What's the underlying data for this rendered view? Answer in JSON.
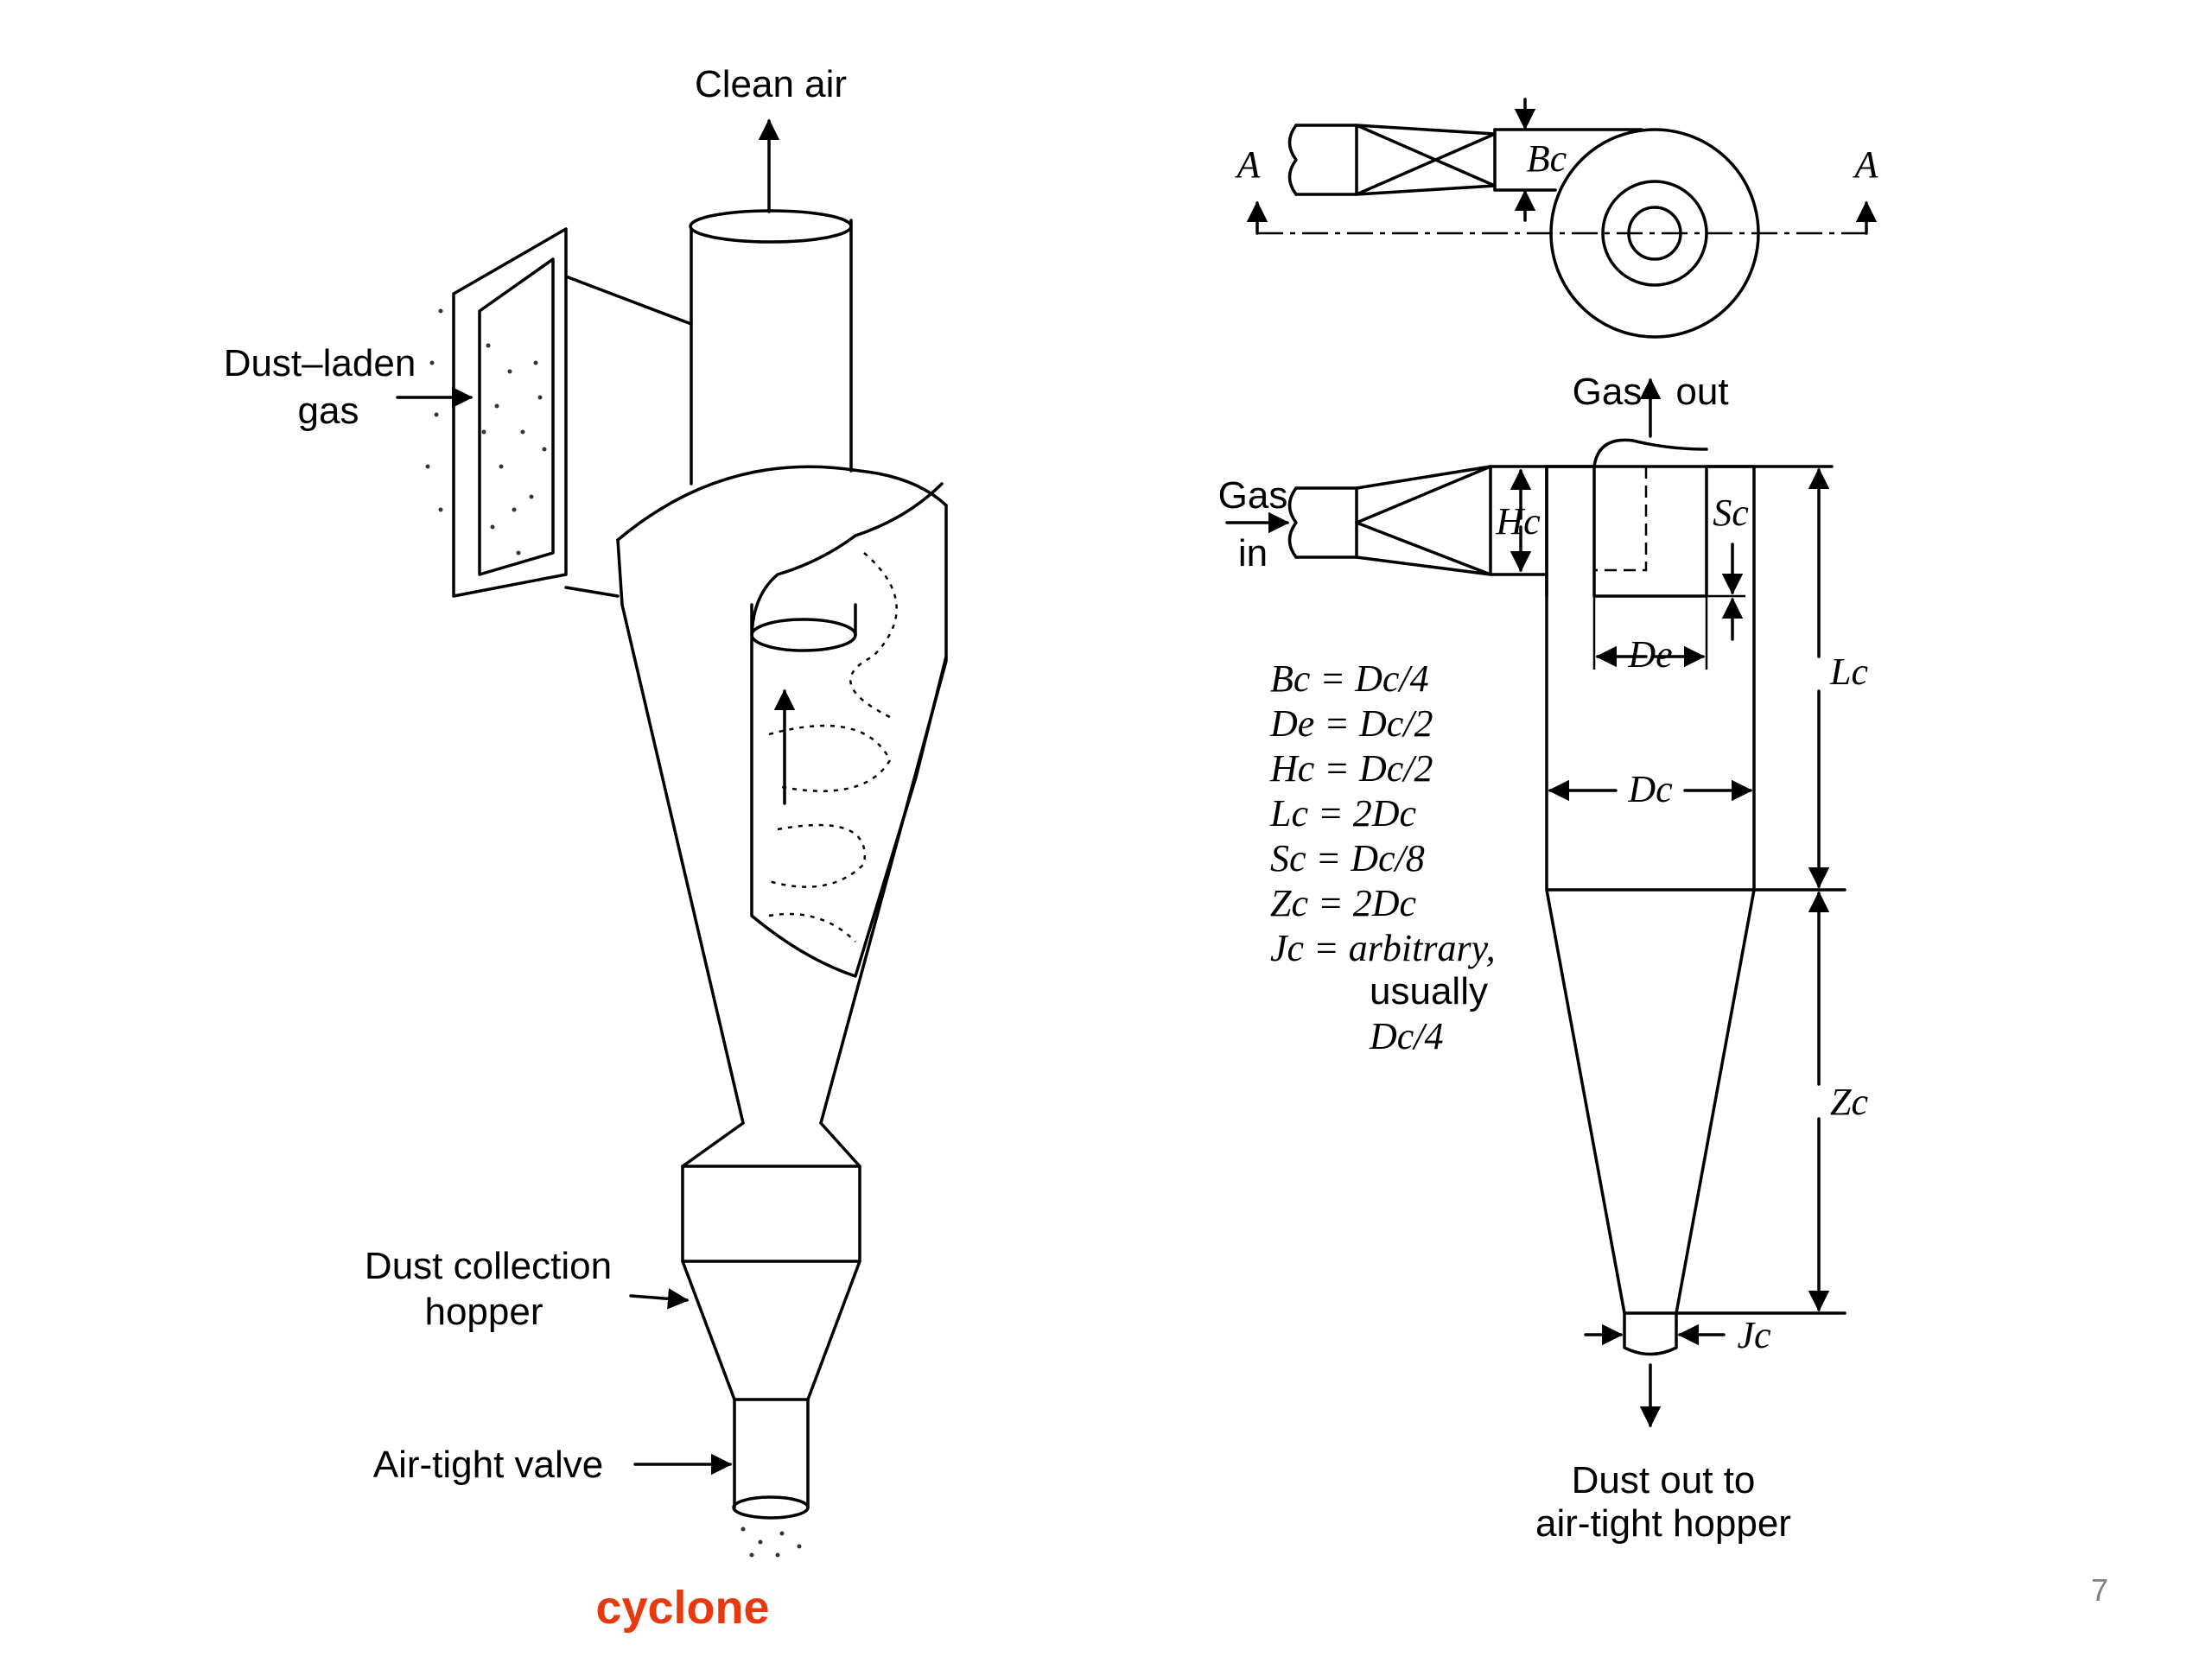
{
  "left_figure": {
    "clean_air": "Clean air",
    "dust_laden_line1": "Dust–laden",
    "dust_laden_line2": "gas",
    "hopper_line1": "Dust collection",
    "hopper_line2": "hopper",
    "valve": "Air-tight valve"
  },
  "right_figure": {
    "section_mark": "A",
    "gas_out_1": "Gas",
    "gas_out_2": "out",
    "gas_in_1": "Gas",
    "gas_in_2": "in",
    "dust_out_1": "Dust out to",
    "dust_out_2": "air-tight hopper",
    "dims": {
      "Bc": "Bc",
      "Hc": "Hc",
      "Sc": "Sc",
      "De": "De",
      "Dc": "Dc",
      "Lc": "Lc",
      "Zc": "Zc",
      "Jc": "Jc"
    },
    "equations": [
      "Bc = Dc/4",
      "De = Dc/2",
      "Hc = Dc/2",
      "Lc = 2Dc",
      "Sc = Dc/8",
      "Zc = 2Dc",
      "Jc = arbitrary,"
    ],
    "eq_cont_1": "usually",
    "eq_cont_2": "Dc/4"
  },
  "caption": "cyclone",
  "page_number": "7",
  "colors": {
    "caption": "#e8390e",
    "page_number": "#808080"
  }
}
